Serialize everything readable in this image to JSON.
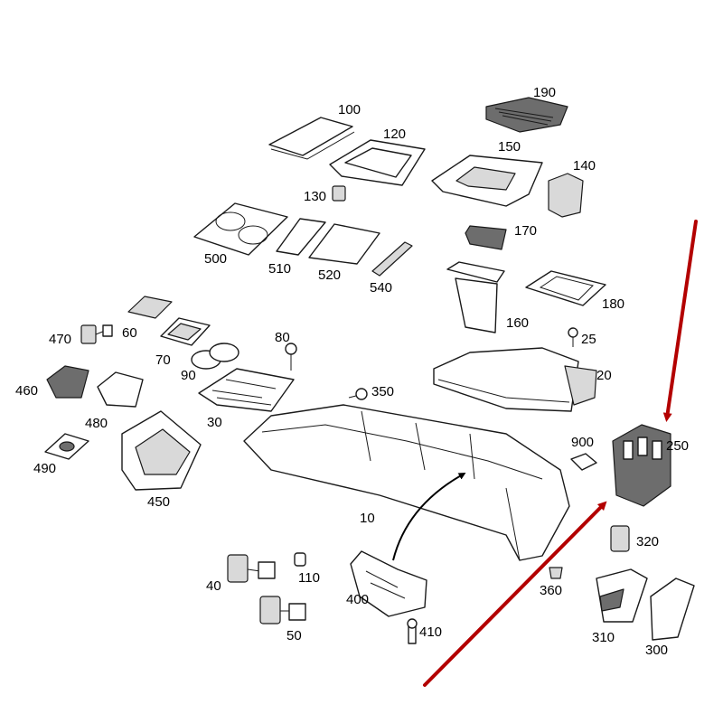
{
  "labels": {
    "l10": "10",
    "l20": "20",
    "l25": "25",
    "l30": "30",
    "l40": "40",
    "l50": "50",
    "l60": "60",
    "l70": "70",
    "l80": "80",
    "l90": "90",
    "l100": "100",
    "l110": "110",
    "l120": "120",
    "l130": "130",
    "l140": "140",
    "l150": "150",
    "l160": "160",
    "l170": "170",
    "l180": "180",
    "l190": "190",
    "l250": "250",
    "l300": "300",
    "l310": "310",
    "l320": "320",
    "l350": "350",
    "l360": "360",
    "l400": "400",
    "l410": "410",
    "l450": "450",
    "l460": "460",
    "l470": "470",
    "l480": "480",
    "l490": "490",
    "l500": "500",
    "l510": "510",
    "l520": "520",
    "l540": "540",
    "l900": "900"
  },
  "colors": {
    "highlight_arrow": "#b30000",
    "line": "#1a1a1a",
    "background": "#ffffff"
  }
}
